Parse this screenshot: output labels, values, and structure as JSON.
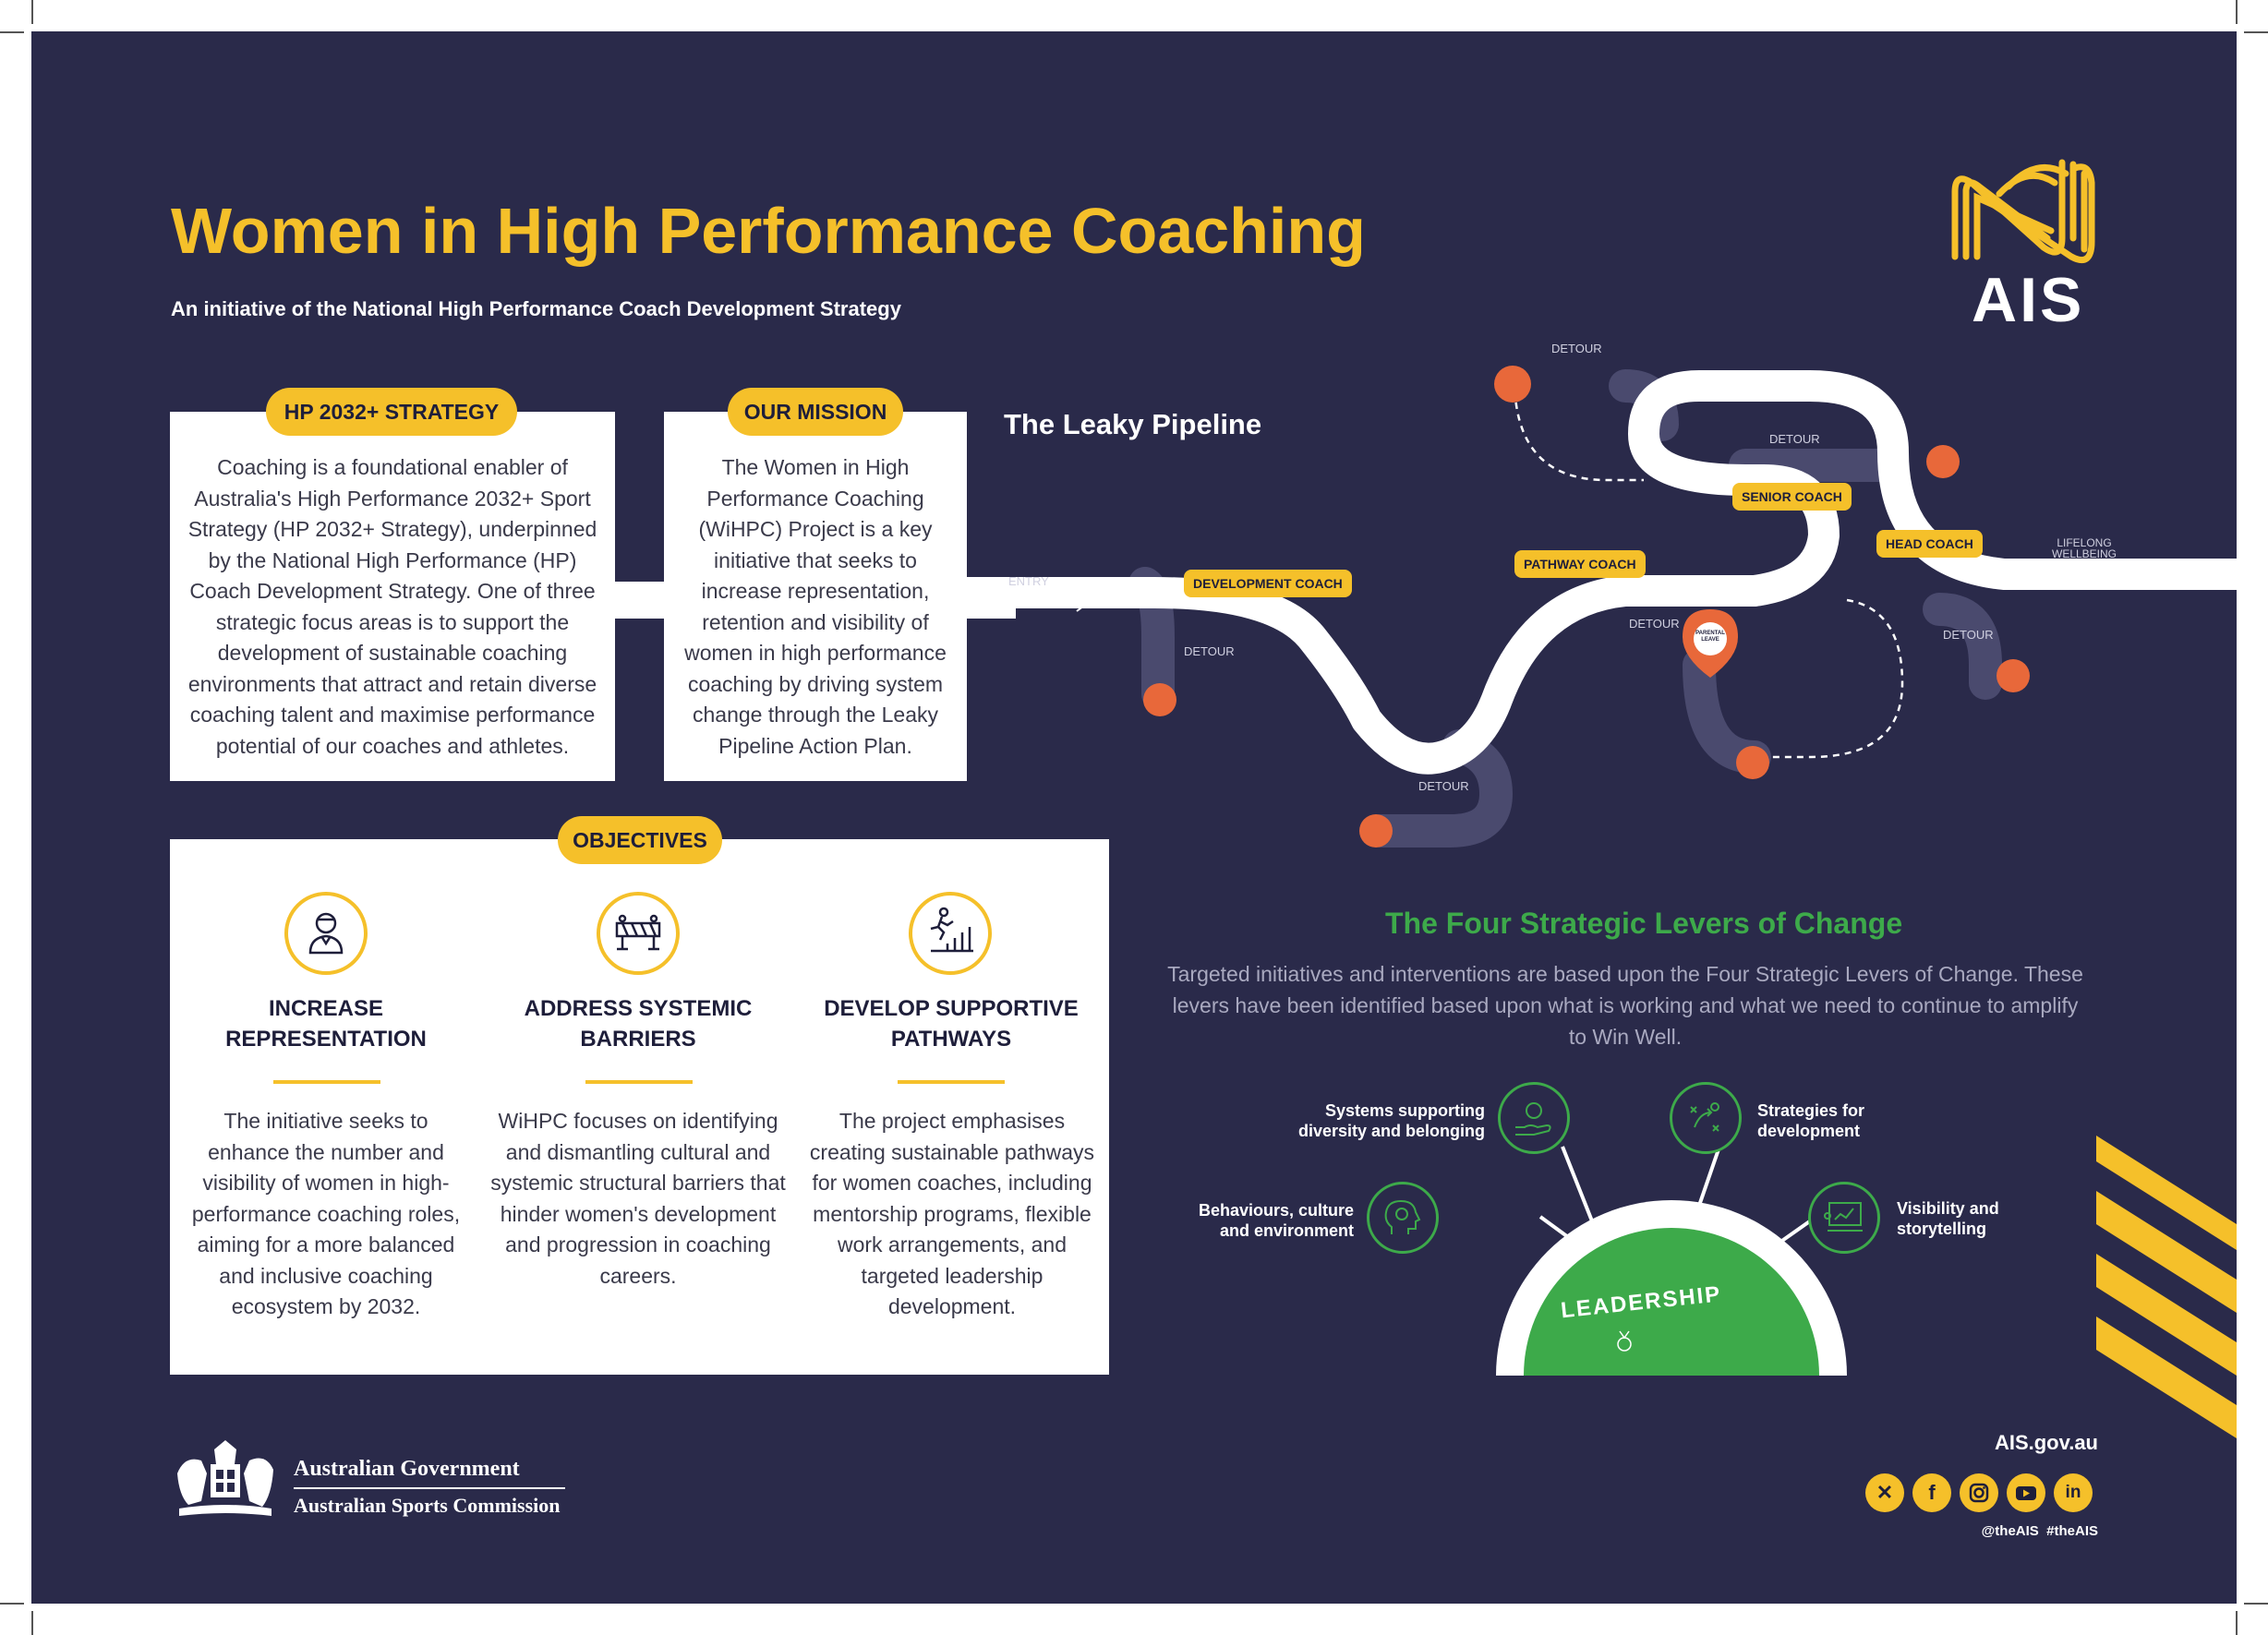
{
  "header": {
    "title": "Women in High Performance Coaching",
    "subtitle": "An initiative of the National High Performance Coach Development Strategy"
  },
  "logo": {
    "text": "AIS"
  },
  "strategy": {
    "pill": "HP 2032+ STRATEGY",
    "body": "Coaching is a foundational enabler of Australia's High Performance 2032+ Sport Strategy (HP 2032+ Strategy), underpinned by the National High Performance (HP) Coach Development Strategy. One of three strategic focus areas is to support the development of sustainable coaching environments that attract and retain diverse coaching talent and maximise performance potential of our coaches and athletes."
  },
  "mission": {
    "pill": "OUR MISSION",
    "body": "The Women in High Performance Coaching (WiHPC) Project is a key initiative that seeks to increase representation, retention and visibility of women in high performance coaching by driving system change through the Leaky Pipeline Action Plan."
  },
  "objectives": {
    "pill": "OBJECTIVES",
    "items": [
      {
        "icon": "coach-person-icon",
        "title_line1": "INCREASE",
        "title_line2": "REPRESENTATION",
        "body": "The initiative seeks to enhance the number and visibility of women in high-performance coaching roles, aiming for a more balanced and inclusive coaching ecosystem by 2032."
      },
      {
        "icon": "barrier-icon",
        "title_line1": "ADDRESS SYSTEMIC",
        "title_line2": "BARRIERS",
        "body": "WiHPC focuses on identifying and dismantling cultural and systemic structural barriers that hinder women's development and progression in coaching careers."
      },
      {
        "icon": "growth-runner-icon",
        "title_line1": "DEVELOP SUPPORTIVE",
        "title_line2": "PATHWAYS",
        "body": "The project emphasises creating sustainable pathways for women coaches, including mentorship programs, flexible work arrangements, and targeted leadership development."
      }
    ]
  },
  "pipeline": {
    "title": "The Leaky Pipeline",
    "entry": "ENTRY",
    "exit_line1": "LIFELONG",
    "exit_line2": "WELLBEING",
    "stages": [
      "DEVELOPMENT COACH",
      "PATHWAY COACH",
      "SENIOR COACH",
      "HEAD COACH"
    ],
    "detour": "DETOUR",
    "parental_leave": "PARENTAL LEAVE"
  },
  "levers": {
    "title": "The Four Strategic Levers of Change",
    "description": "Targeted initiatives and interventions are based upon the Four Strategic Levers of Change. These levers have been identified based upon what is working and what we need to continue to amplify to Win Well.",
    "items": [
      {
        "line1": "Behaviours, culture",
        "line2": "and environment",
        "icon": "brain-head-icon"
      },
      {
        "line1": "Systems supporting",
        "line2": "diversity and belonging",
        "icon": "hand-coin-icon"
      },
      {
        "line1": "Strategies for",
        "line2": "development",
        "icon": "play-strategy-icon"
      },
      {
        "line1": "Visibility and",
        "line2": "storytelling",
        "icon": "presentation-icon"
      }
    ],
    "center": "LEADERSHIP"
  },
  "footer": {
    "gov_line1": "Australian Government",
    "gov_line2": "Australian Sports Commission",
    "website": "AIS.gov.au",
    "handles": "@theAIS  #theAIS",
    "social": [
      "x-icon",
      "facebook-icon",
      "instagram-icon",
      "youtube-icon",
      "linkedin-icon"
    ]
  },
  "colors": {
    "background": "#2a2a4a",
    "accent": "#f5c02a",
    "green": "#3daa4a",
    "orange": "#e8683a"
  }
}
